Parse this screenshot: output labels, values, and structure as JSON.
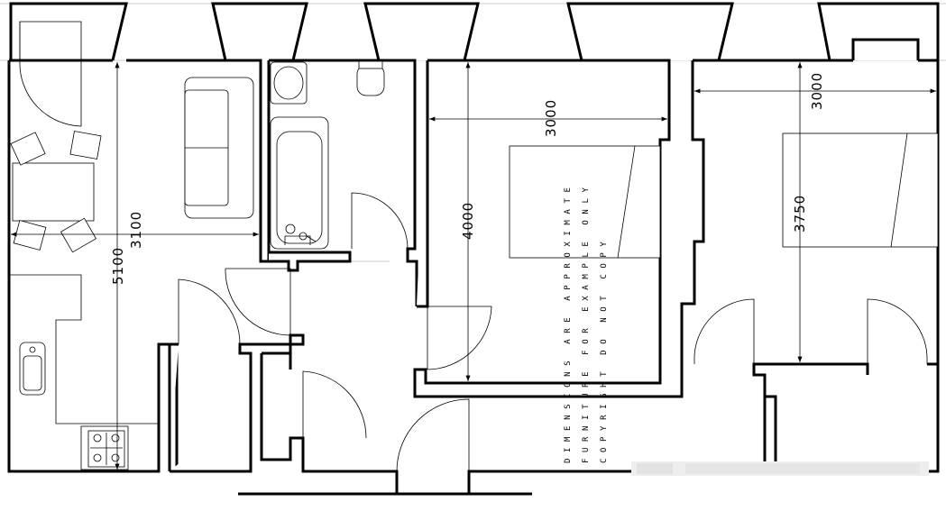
{
  "dimensions": {
    "living_width": "3100",
    "living_length": "5100",
    "bedroom1_width": "3000",
    "bedroom1_length": "4000",
    "bedroom2_width": "3000",
    "bedroom2_length": "3750"
  },
  "disclaimer": {
    "line1": "DIMENSIONS ARE APPROXIMATE",
    "line2": "FURNITURE FOR EXAMPLE ONLY",
    "line3": "COPYRIGHT DO NOT COPY"
  }
}
